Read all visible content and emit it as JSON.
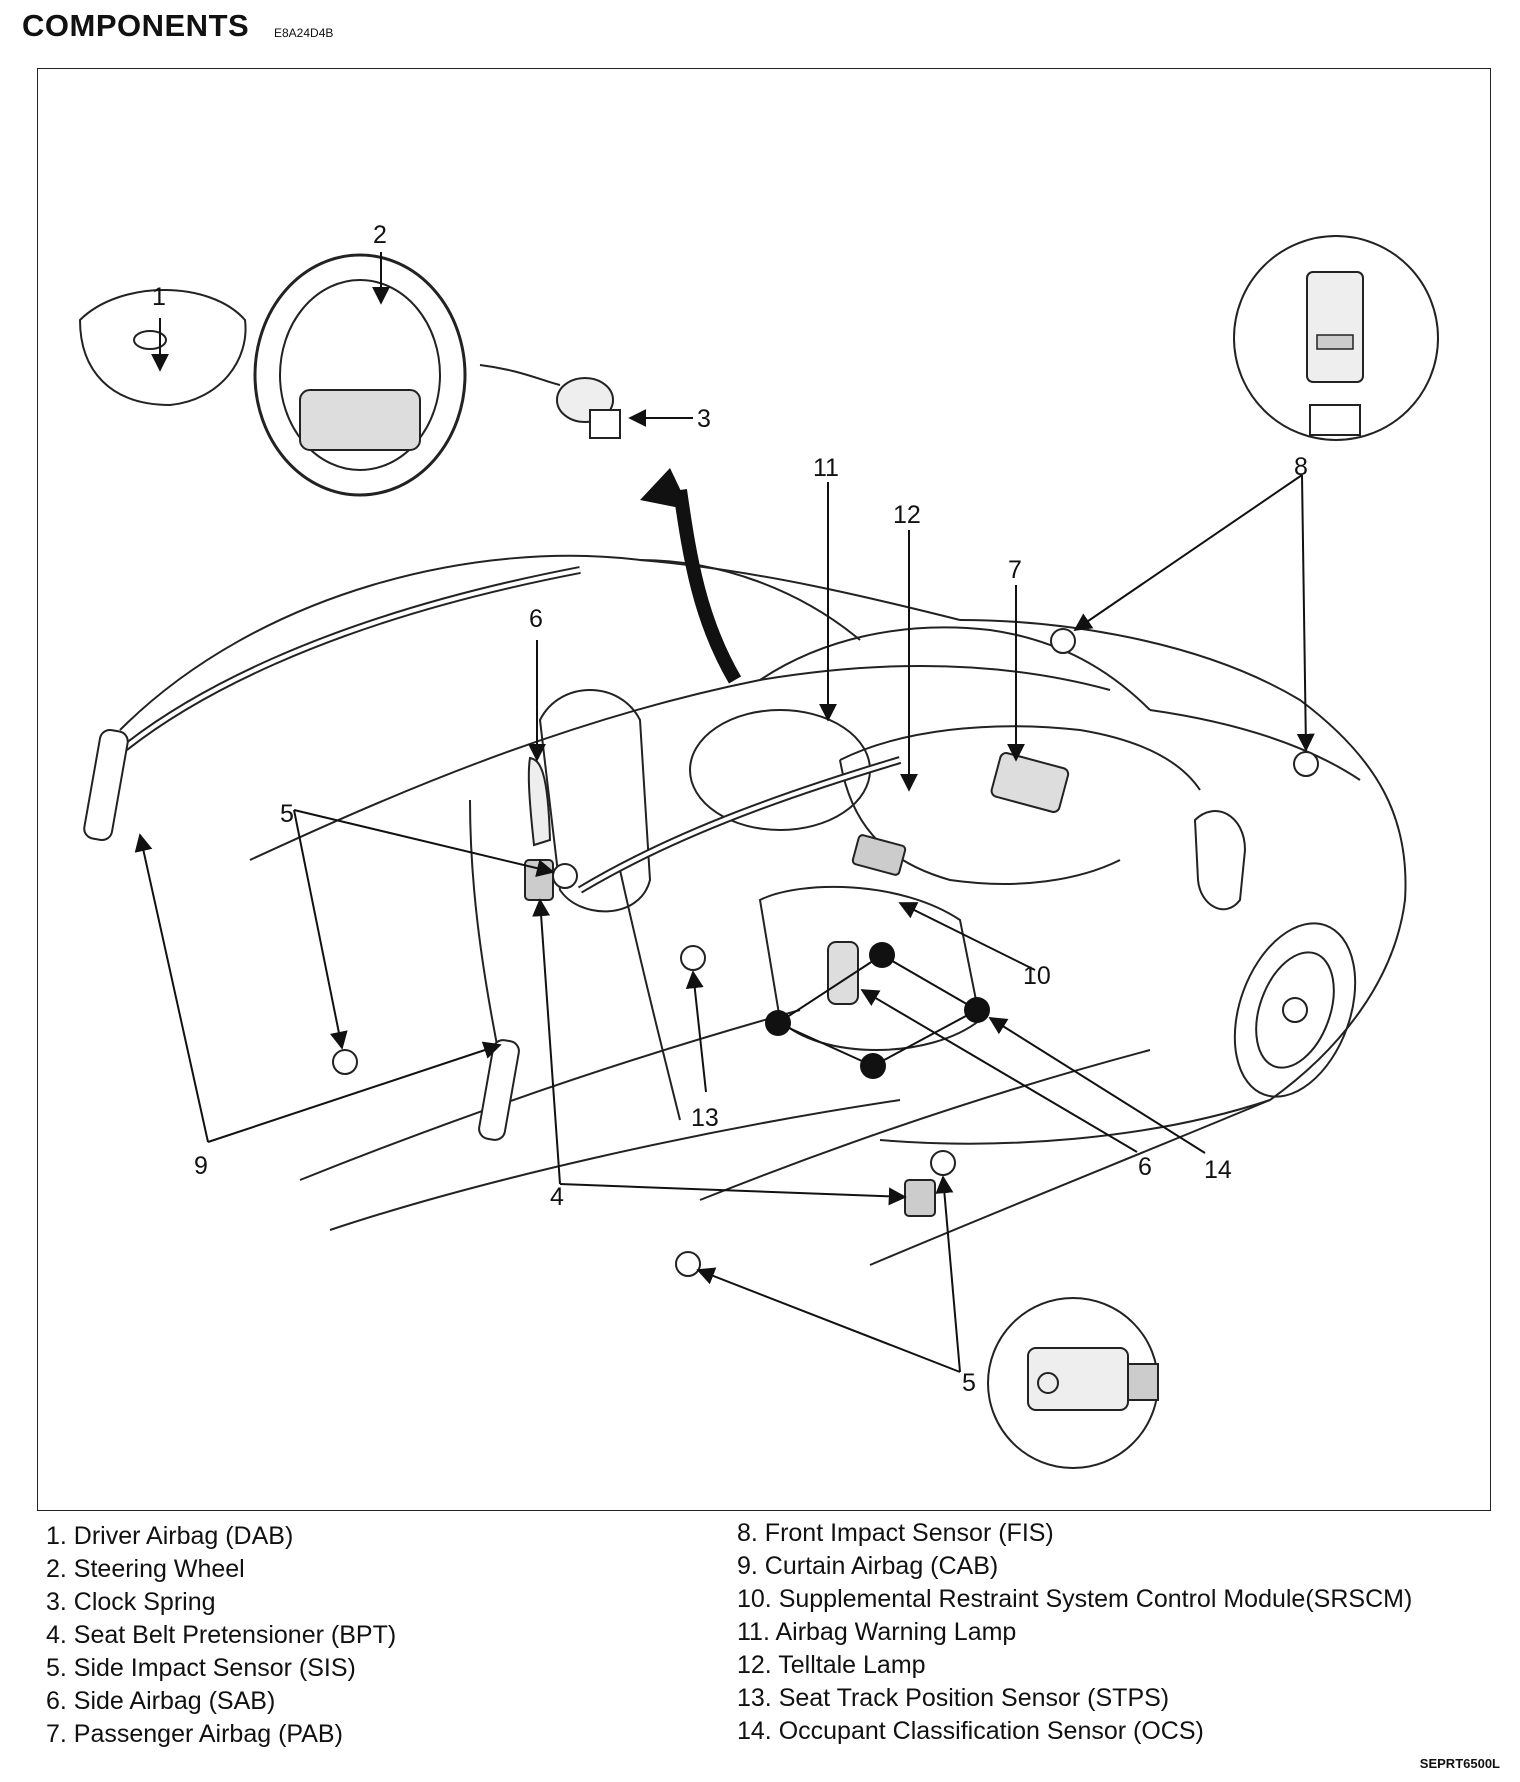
{
  "header": {
    "title": "COMPONENTS",
    "doc_code": "E8A24D4B"
  },
  "callouts": {
    "c1": "1",
    "c2": "2",
    "c3": "3",
    "c4": "4",
    "c5a": "5",
    "c5b": "5",
    "c6a": "6",
    "c6b": "6",
    "c7": "7",
    "c8": "8",
    "c9": "9",
    "c10": "10",
    "c11": "11",
    "c12": "12",
    "c13": "13",
    "c14": "14"
  },
  "legend": {
    "left": [
      "1. Driver Airbag (DAB)",
      "2. Steering Wheel",
      "3. Clock Spring",
      "4. Seat Belt Pretensioner (BPT)",
      "5. Side Impact Sensor (SIS)",
      "6. Side Airbag (SAB)",
      "7. Passenger Airbag (PAB)"
    ],
    "right": [
      "8. Front Impact Sensor (FIS)",
      "9. Curtain Airbag (CAB)",
      "10. Supplemental Restraint System Control Module(SRSCM)",
      "11. Airbag Warning Lamp",
      "12. Telltale Lamp",
      "13. Seat Track Position Sensor (STPS)",
      "14. Occupant Classification Sensor (OCS)"
    ]
  },
  "figure_code": "SEPRT6500L"
}
